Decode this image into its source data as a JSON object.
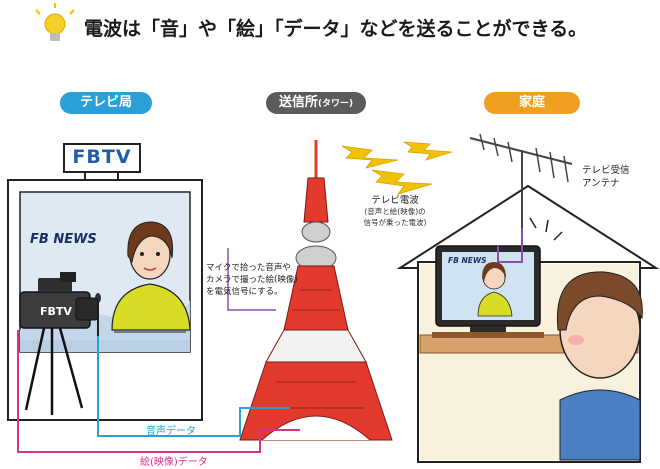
{
  "header": {
    "title": "電波は「音」や「絵」「データ」などを送ることができる。",
    "bulb_icon": "lightbulb-icon"
  },
  "sections": {
    "studio": {
      "label": "テレビ局",
      "color": "#2a9fd8"
    },
    "tower": {
      "label": "送信所",
      "sub": "(タワー)",
      "color": "#5b5b5b"
    },
    "home": {
      "label": "家庭",
      "color": "#f0a020"
    }
  },
  "studio": {
    "sign": "FBTV",
    "banner": "FB NEWS",
    "camera_brand": "FBTV"
  },
  "tower_note": {
    "line1": "マイクで拾った音声や",
    "line2": "カメラで撮った絵(映像)",
    "line3": "を電気信号にする。"
  },
  "wave_note": {
    "title": "テレビ電波",
    "line1": "(音声と絵(映像)の",
    "line2": "信号が乗った電波)"
  },
  "antenna_note": {
    "line1": "テレビ受信",
    "line2": "アンテナ"
  },
  "tv_screen": {
    "banner": "FB NEWS"
  },
  "wires": {
    "audio": {
      "label": "音声データ",
      "color": "#2a9fd8"
    },
    "video": {
      "label": "絵(映像)データ",
      "color": "#d6338a"
    }
  },
  "colors": {
    "tower_red": "#e23b2e",
    "bolt_yellow": "#f2c200"
  }
}
